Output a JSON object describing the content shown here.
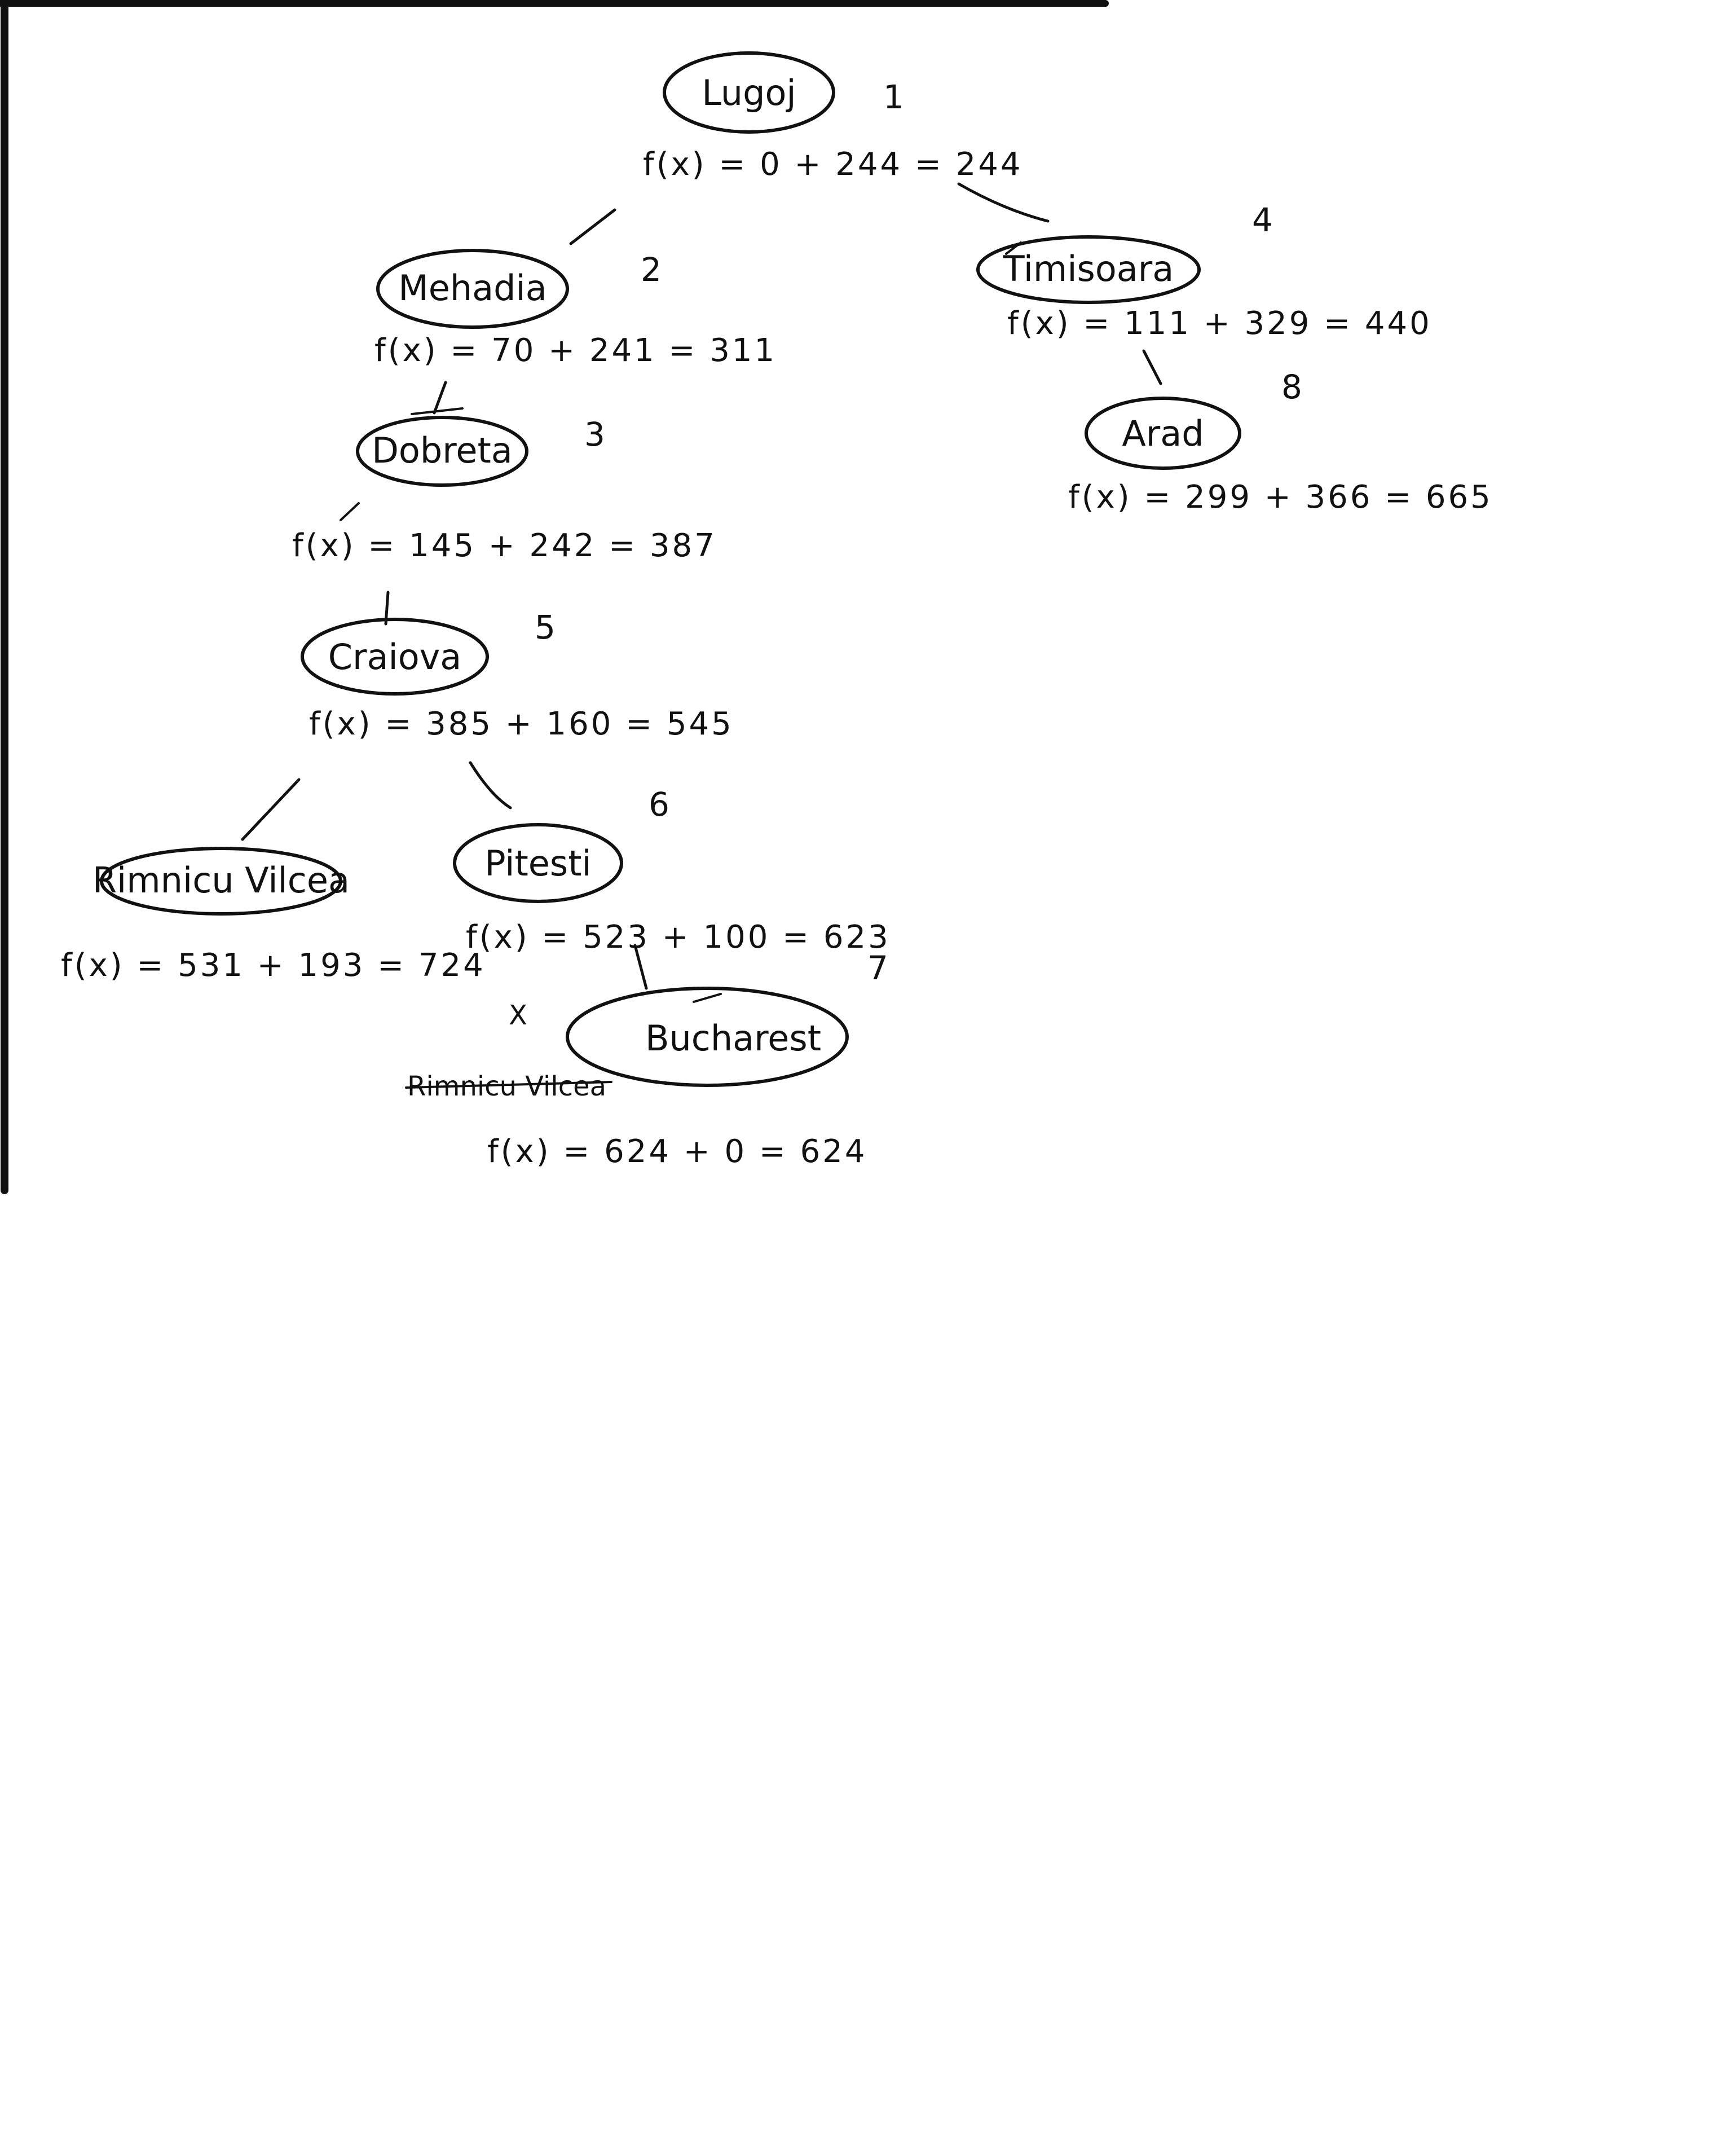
{
  "diagram": {
    "nodes": [
      {
        "id": "lugoj",
        "label": "Lugoj",
        "order": "1",
        "fx": "f(x) = 0 + 244 = 244"
      },
      {
        "id": "mehadia",
        "label": "Mehadia",
        "order": "2",
        "fx": "f(x) = 70 + 241 = 311"
      },
      {
        "id": "dobreta",
        "label": "Dobreta",
        "order": "3",
        "fx": "f(x) = 145 + 242 = 387"
      },
      {
        "id": "timisoara",
        "label": "Timisoara",
        "order": "4",
        "fx": "f(x) = 111 + 329 = 440"
      },
      {
        "id": "craiova",
        "label": "Craiova",
        "order": "5",
        "fx": "f(x) = 385 + 160 = 545"
      },
      {
        "id": "pitesti",
        "label": "Pitesti",
        "order": "6",
        "fx": "f(x) = 523 + 100 = 623"
      },
      {
        "id": "bucharest",
        "label": "Bucharest",
        "order": "7",
        "fx": "f(x) = 624 + 0 = 624"
      },
      {
        "id": "arad",
        "label": "Arad",
        "order": "8",
        "fx": "f(x) = 299 + 366 = 665"
      },
      {
        "id": "rimnicu",
        "label": "Rimnicu Vilcea",
        "order": "",
        "fx": "f(x) = 531 + 193 = 724"
      }
    ],
    "struck_text": "Rimnicu Vilcea",
    "struck_mark": "X"
  }
}
